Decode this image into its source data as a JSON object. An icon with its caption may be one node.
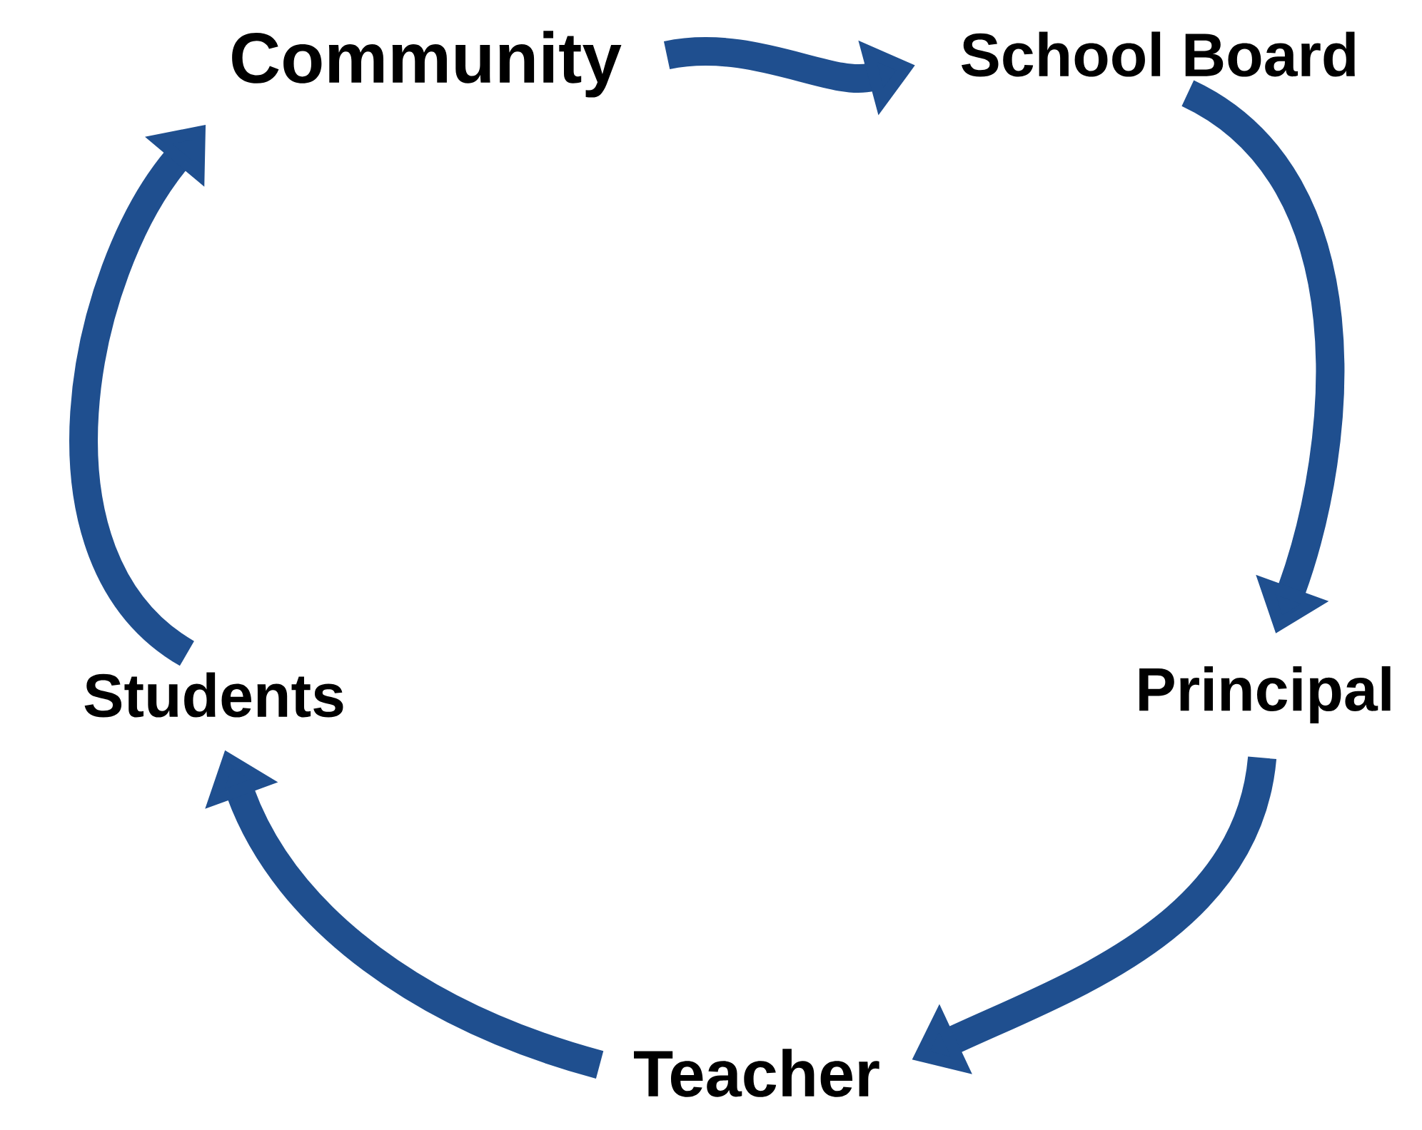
{
  "diagram": {
    "nodes": [
      {
        "text": [
          "Community"
        ]
      },
      {
        "text": [
          "School Board"
        ]
      },
      {
        "text": [
          "Principal"
        ]
      },
      {
        "text": [
          "Teacher"
        ]
      },
      {
        "text": [
          "Students"
        ]
      }
    ],
    "edges": [
      {
        "from": 0,
        "to": 1,
        "arrow": "to"
      },
      {
        "from": 1,
        "to": 2,
        "arrow": "to"
      },
      {
        "from": 2,
        "to": 3,
        "arrow": "to"
      },
      {
        "from": 3,
        "to": 4,
        "arrow": "to"
      },
      {
        "from": 4,
        "to": 0,
        "arrow": "to"
      }
    ]
  }
}
